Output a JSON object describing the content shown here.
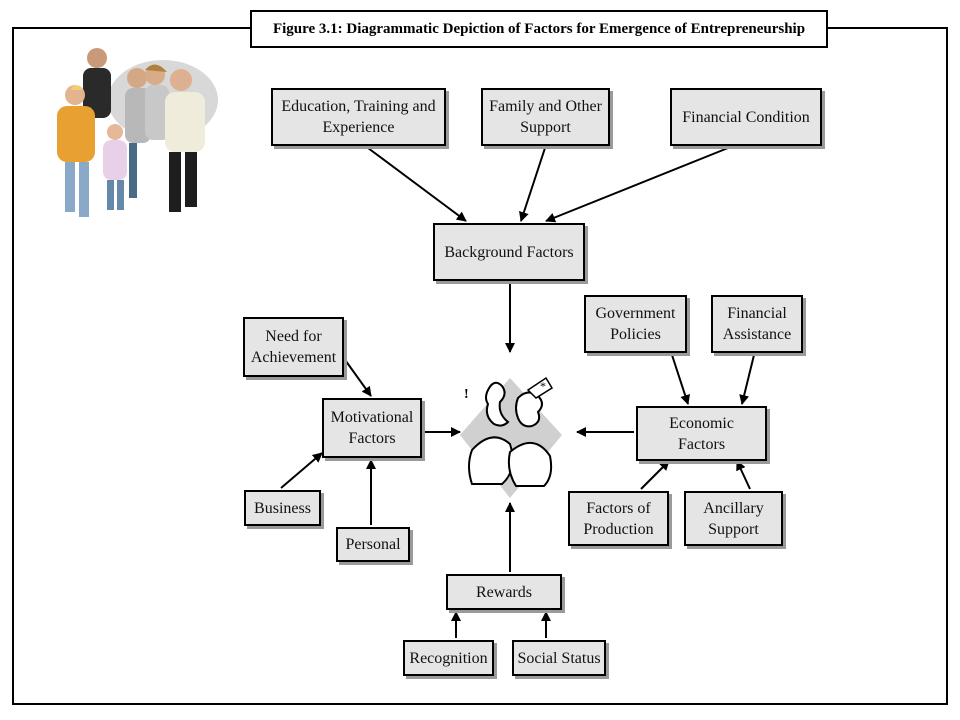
{
  "figure_title": "Figure 3.1: Diagrammatic Depiction of Factors for Emergence of Entrepreneurship",
  "center_illustration": "entrepreneurs-illustration-icon",
  "family_photo": "family-group-icon",
  "nodes": {
    "education": "Education, Training and\nExperience",
    "family_support": "Family and Other\nSupport",
    "financial_condition": "Financial Condition",
    "background": "Background Factors",
    "need_achievement": "Need for\nAchievement",
    "motivational": "Motivational\nFactors",
    "business": "Business",
    "personal": "Personal",
    "government": "Government\nPolicies",
    "financial_assistance": "Financial\nAssistance",
    "economic": "Economic\nFactors",
    "factors_production": "Factors of\nProduction",
    "ancillary": "Ancillary\nSupport",
    "rewards": "Rewards",
    "recognition": "Recognition",
    "social_status": "Social Status"
  },
  "edges": [
    {
      "from": "education",
      "to": "background"
    },
    {
      "from": "family_support",
      "to": "background"
    },
    {
      "from": "financial_condition",
      "to": "background"
    },
    {
      "from": "background",
      "to": "center"
    },
    {
      "from": "need_achievement",
      "to": "motivational"
    },
    {
      "from": "business",
      "to": "motivational"
    },
    {
      "from": "personal",
      "to": "motivational"
    },
    {
      "from": "motivational",
      "to": "center"
    },
    {
      "from": "government",
      "to": "economic"
    },
    {
      "from": "financial_assistance",
      "to": "economic"
    },
    {
      "from": "factors_production",
      "to": "economic"
    },
    {
      "from": "ancillary",
      "to": "economic"
    },
    {
      "from": "economic",
      "to": "center"
    },
    {
      "from": "rewards",
      "to": "center"
    },
    {
      "from": "recognition",
      "to": "rewards"
    },
    {
      "from": "social_status",
      "to": "rewards"
    }
  ]
}
